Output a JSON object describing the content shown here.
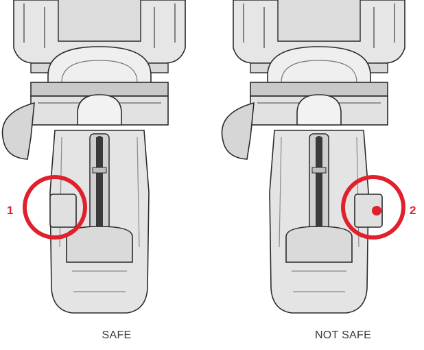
{
  "panels": [
    {
      "caption": "SAFE",
      "marker": "1",
      "switch_side": "left"
    },
    {
      "caption": "NOT SAFE",
      "marker": "2",
      "switch_side": "right",
      "red_dot": true
    }
  ],
  "colors": {
    "outline": "#2a2a2a",
    "body_light": "#e9e9e9",
    "body_mid": "#cfcfcf",
    "body_dark": "#9a9a9a",
    "marker": "#e0202c",
    "caption_text": "#3a3a3a"
  }
}
